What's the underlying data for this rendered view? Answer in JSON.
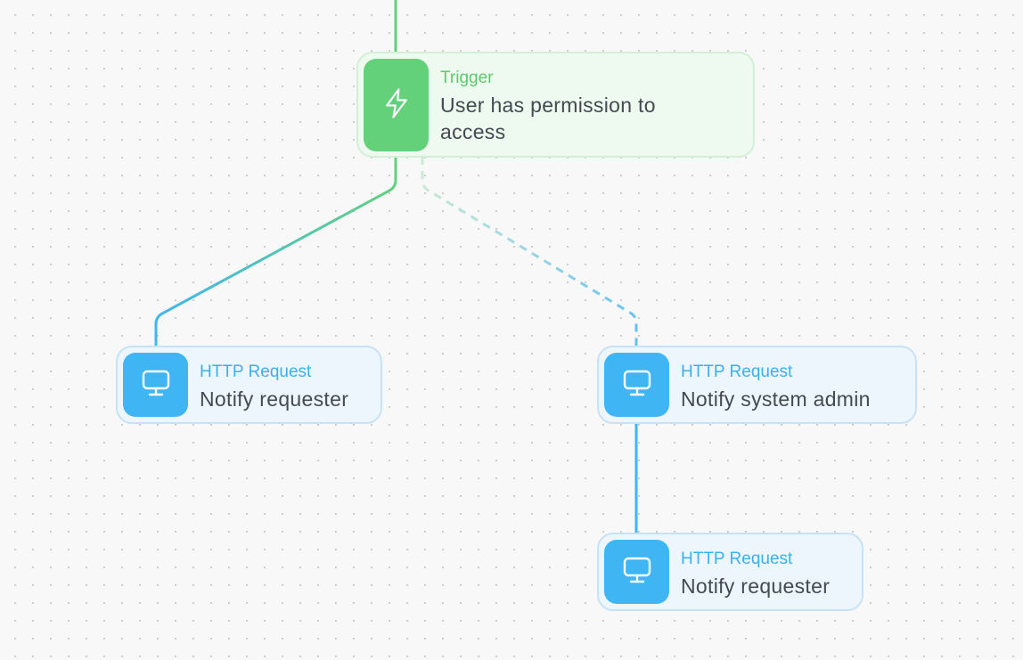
{
  "diagram": {
    "nodes": [
      {
        "id": "trigger",
        "kind": "trigger",
        "type_label": "Trigger",
        "title": "User has permission to access",
        "icon": "lightning-bolt-icon"
      },
      {
        "id": "http-1",
        "kind": "http",
        "type_label": "HTTP Request",
        "title": "Notify requester",
        "icon": "monitor-icon"
      },
      {
        "id": "http-2",
        "kind": "http",
        "type_label": "HTTP Request",
        "title": "Notify system admin",
        "icon": "monitor-icon"
      },
      {
        "id": "http-3",
        "kind": "http",
        "type_label": "HTTP Request",
        "title": "Notify requester",
        "icon": "monitor-icon"
      }
    ],
    "edges": [
      {
        "from": "entry",
        "to": "trigger",
        "style": "solid"
      },
      {
        "from": "trigger",
        "to": "http-1",
        "style": "solid"
      },
      {
        "from": "trigger",
        "to": "http-2",
        "style": "dashed"
      },
      {
        "from": "http-2",
        "to": "http-3",
        "style": "solid"
      }
    ],
    "colors": {
      "trigger_accent": "#62d17a",
      "http_accent": "#3fb5f4",
      "trigger_bg": "#eef9ef",
      "http_bg": "#eef6fd",
      "title_text": "#444a52",
      "canvas_bg": "#f8f8f8"
    }
  }
}
